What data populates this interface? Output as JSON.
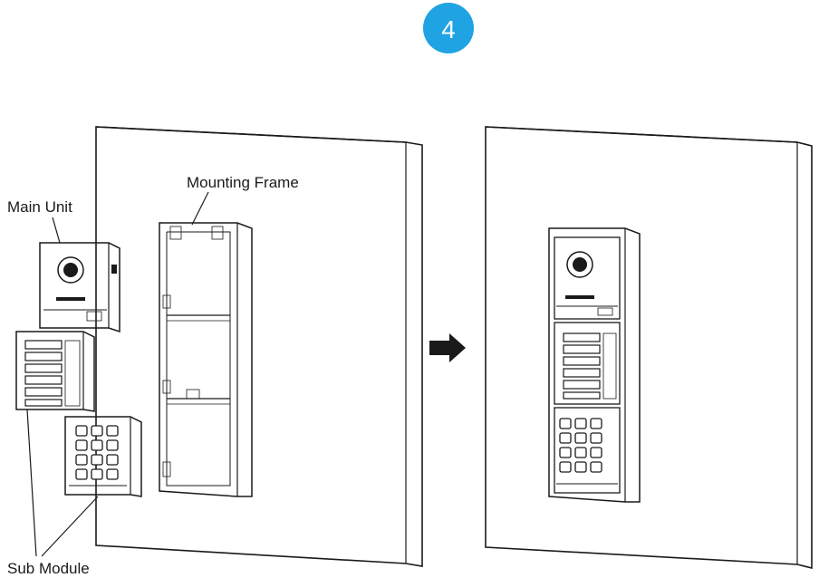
{
  "step": {
    "number": "4",
    "badge_color": "#1fa3e3"
  },
  "labels": {
    "main_unit": "Main Unit",
    "mounting_frame": "Mounting Frame",
    "sub_module": "Sub Module"
  },
  "icons": {
    "direction": "right-arrow-icon"
  }
}
